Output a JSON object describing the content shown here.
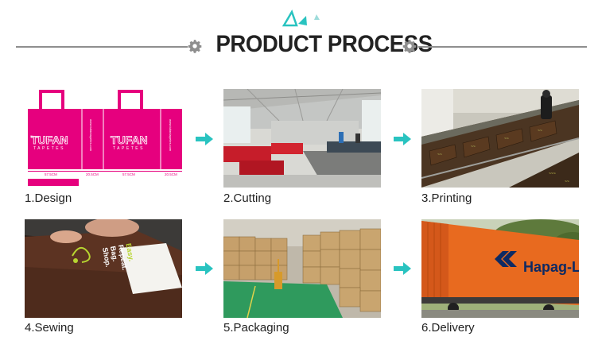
{
  "header": {
    "title": "PRODUCT PROCESS",
    "left_icon": "gear-icon",
    "right_icon": "gear-icon"
  },
  "colors": {
    "accent": "#29c3c0",
    "line": "#8e8e8e",
    "title": "#222222",
    "bag": "#e6007e"
  },
  "steps": [
    {
      "label": "1.Design",
      "image": "bag-design-image"
    },
    {
      "label": "2.Cutting",
      "image": "cutting-workshop-image"
    },
    {
      "label": "3.Printing",
      "image": "printing-line-image"
    },
    {
      "label": "4.Sewing",
      "image": "sewing-image"
    },
    {
      "label": "5.Packaging",
      "image": "packaging-warehouse-image"
    },
    {
      "label": "6.Delivery",
      "image": "shipping-container-image"
    }
  ],
  "artwork": {
    "brand": "TUFAN",
    "brand_sub": "TAPETES",
    "web": "www.tufantapetes.com",
    "dim_front": "57.5CM",
    "dim_side": "20.5CM",
    "slogan": [
      "Shop.",
      "Bag.",
      "Repeat.",
      "Easy."
    ],
    "container_brand": "Hapag-L"
  }
}
